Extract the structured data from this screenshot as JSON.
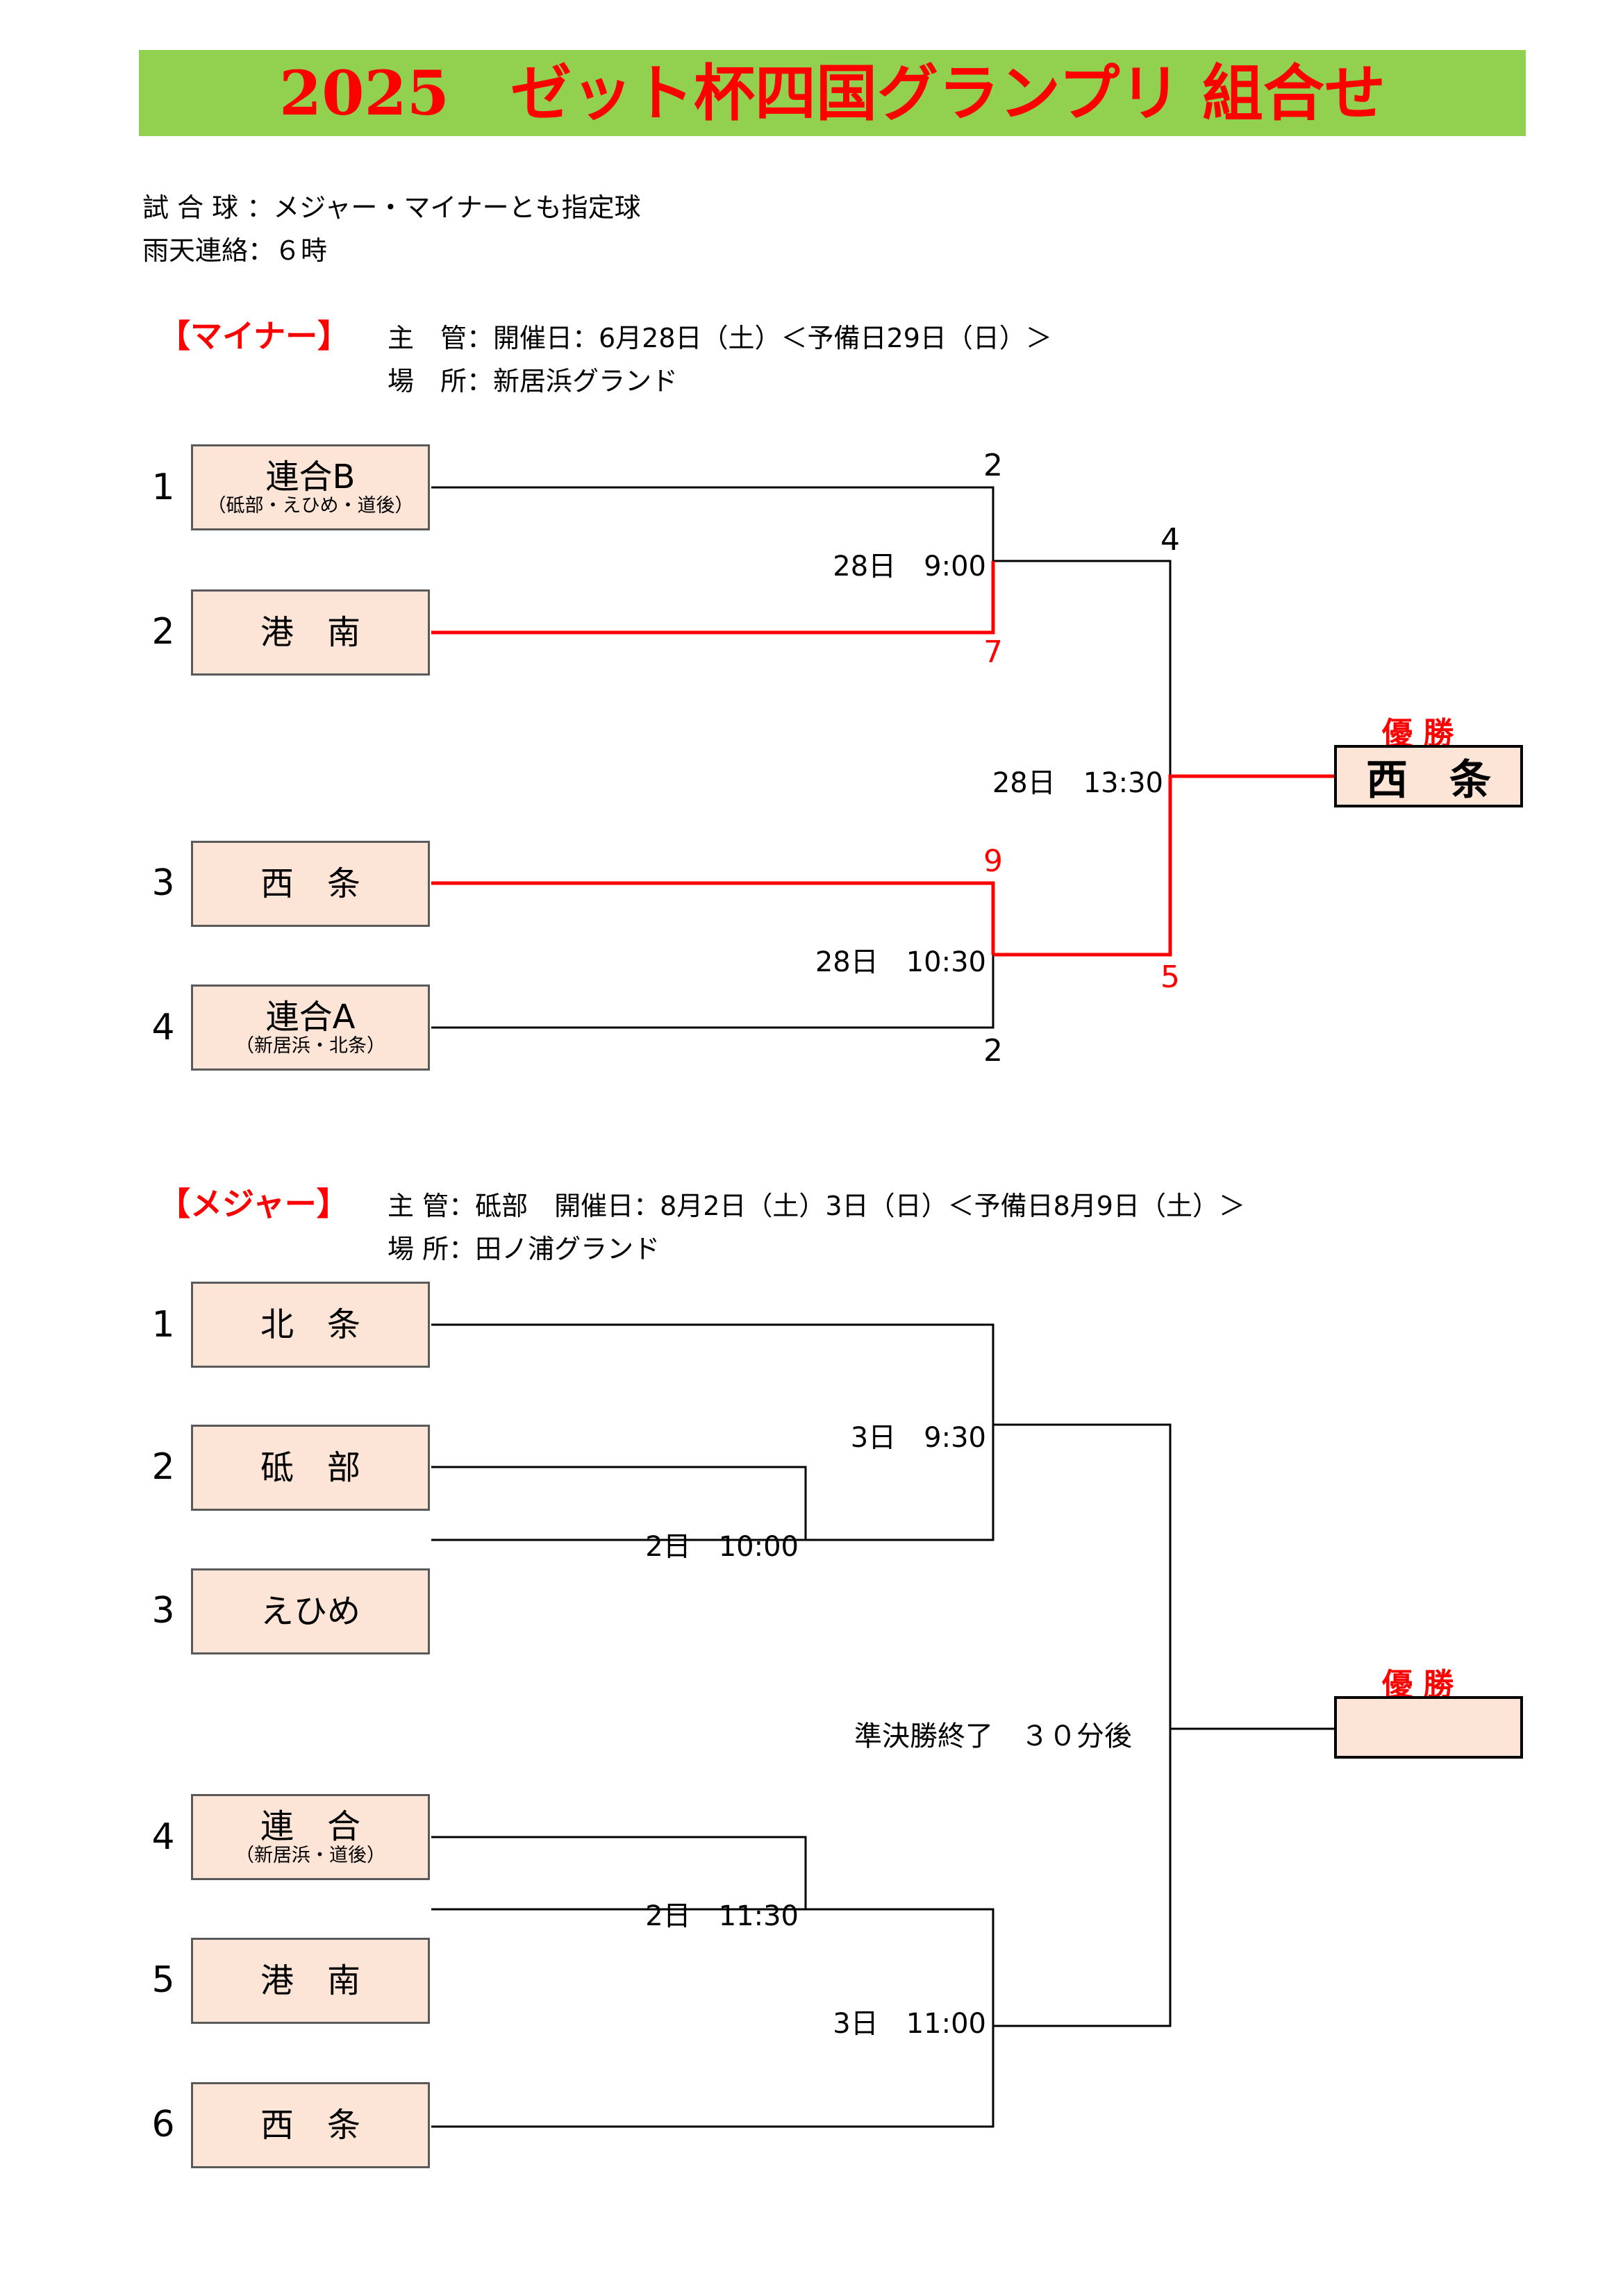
{
  "header": {
    "title": "2025　ゼット杯四国グランプリ 組合せ"
  },
  "info": {
    "ball": "試 合 球 ：メジャー・マイナーとも指定球",
    "rain": "雨天連絡：６時"
  },
  "minor": {
    "label": "【マイナー】",
    "host": "主　管：開催日：6月28日（土）＜予備日29日（日）＞",
    "venue": "場　所：新居浜グランド",
    "teams": [
      {
        "seed": "1",
        "name": "連合B",
        "sub": "（砥部・えひめ・道後）"
      },
      {
        "seed": "2",
        "name": "港　南",
        "sub": ""
      },
      {
        "seed": "3",
        "name": "西　条",
        "sub": ""
      },
      {
        "seed": "4",
        "name": "連合A",
        "sub": "（新居浜・北条）"
      }
    ],
    "scores": {
      "m1_top": "2",
      "m1_bottom": "7",
      "m2_top": "9",
      "m2_bottom": "2",
      "final_top": "4",
      "final_bottom": "5"
    },
    "times": {
      "m1": "28日　9:00",
      "m2": "28日　10:30",
      "final": "28日　13:30"
    },
    "champion_label": "優 勝",
    "champion": "西　条"
  },
  "major": {
    "label": "【メジャー】",
    "host": "主 管：砥部　開催日：8月2日（土）3日（日）＜予備日8月9日（土）＞",
    "venue": "場 所：田ノ浦グランド",
    "teams": [
      {
        "seed": "1",
        "name": "北　条",
        "sub": ""
      },
      {
        "seed": "2",
        "name": "砥　部",
        "sub": ""
      },
      {
        "seed": "3",
        "name": "えひめ",
        "sub": ""
      },
      {
        "seed": "4",
        "name": "連　合",
        "sub": "（新居浜・道後）"
      },
      {
        "seed": "5",
        "name": "港　南",
        "sub": ""
      },
      {
        "seed": "6",
        "name": "西　条",
        "sub": ""
      }
    ],
    "times": {
      "m23": "2日　10:00",
      "m1_23": "3日　9:30",
      "m45": "2日　11:30",
      "m45_6": "3日　11:00",
      "final": "準決勝終了　３０分後"
    },
    "champion_label": "優 勝",
    "champion": ""
  },
  "colors": {
    "title_bg": "#92d050",
    "title_text": "#ff0000",
    "box_fill": "#fce4d6",
    "winner_line": "#ff0000"
  }
}
